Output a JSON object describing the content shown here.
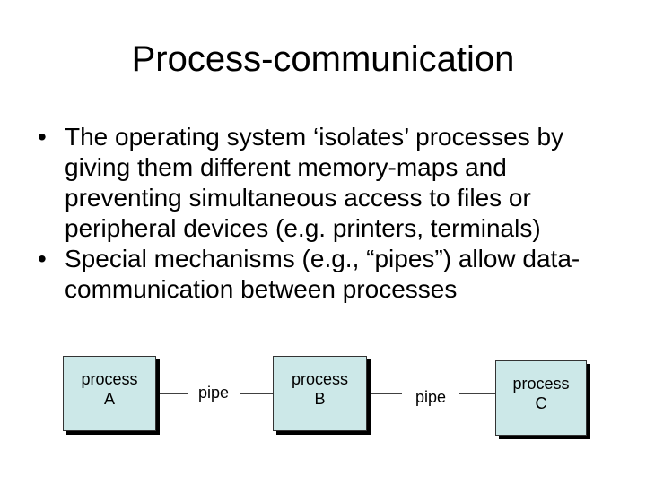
{
  "title": "Process-communication",
  "bullets": [
    "The operating system ‘isolates’ processes by giving them different memory-maps and preventing simultaneous access to files or peripheral devices (e.g. printers, terminals)",
    "Special mechanisms (e.g., “pipes”) allow data-communication between processes"
  ],
  "bullet_glyph": "•",
  "diagram": {
    "process_a": "process\nA",
    "pipe_1": "pipe",
    "process_b": "process\nB",
    "pipe_2": "pipe",
    "process_c": "process\nC",
    "box_color": "#cce8e8"
  }
}
